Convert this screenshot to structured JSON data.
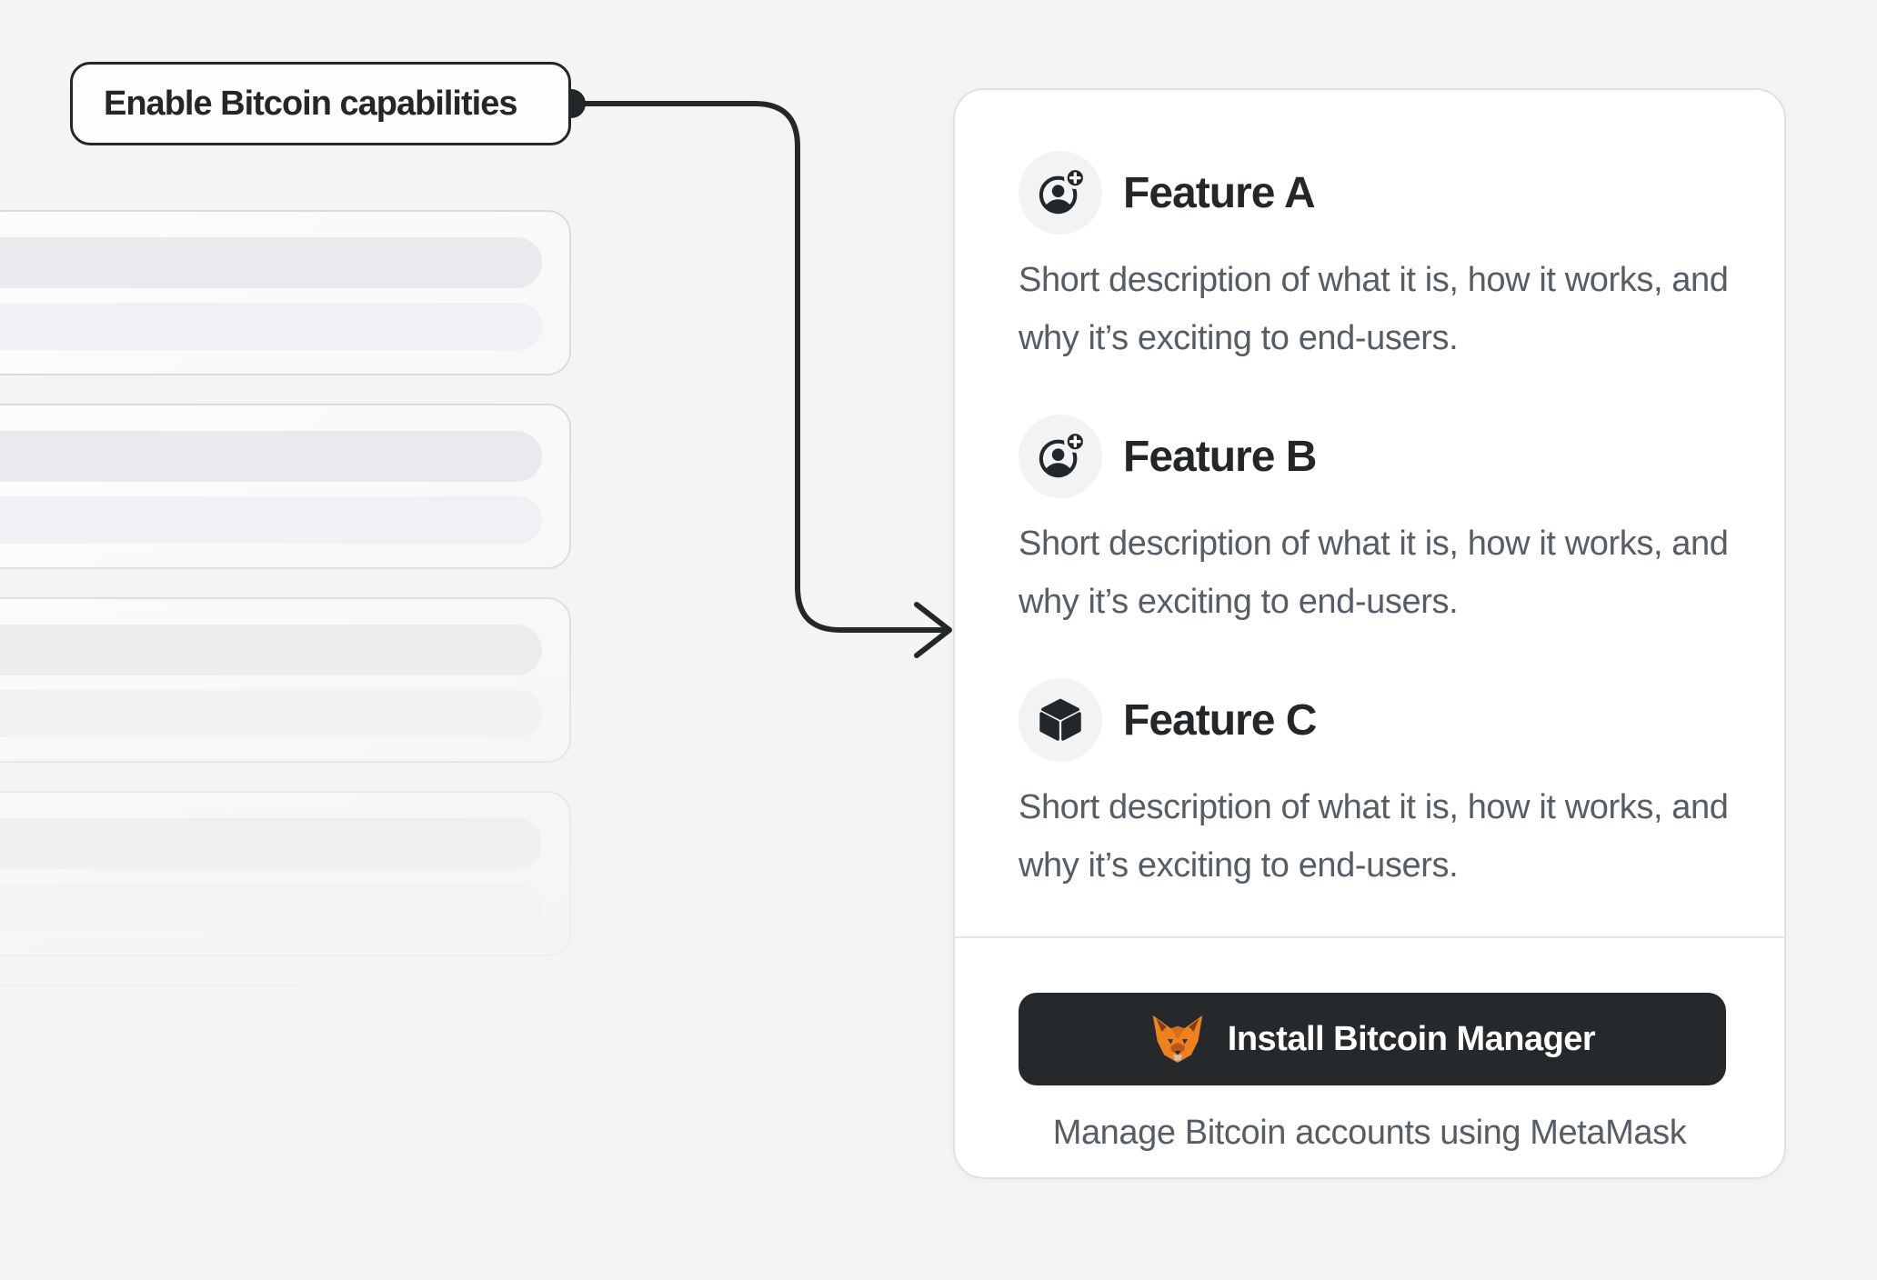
{
  "colors": {
    "background": "#f4f4f2",
    "ink": "#24272a",
    "muted_text": "#575d64",
    "card_border": "#dfe1e4",
    "divider": "#e5e6e9",
    "icon_circle_bg": "#f2f3f5",
    "skeleton_border": "#d9dbdf",
    "skeleton_pill_dark": "#e8eaed",
    "skeleton_pill_light": "#f0f1f4",
    "button_bg": "#26292c",
    "button_text": "#ffffff",
    "metamask_orange": "#f0821e"
  },
  "annotation": {
    "label": "Enable Bitcoin capabilities"
  },
  "skeleton": {
    "card_count": 5
  },
  "panel": {
    "features": [
      {
        "title": "Feature A",
        "icon": "account-add-icon",
        "description": "Short description of what it is, how it works, and why it’s exciting to end-users."
      },
      {
        "title": "Feature B",
        "icon": "account-add-icon",
        "description": "Short description of what it is, how it works, and why it’s exciting to end-users."
      },
      {
        "title": "Feature C",
        "icon": "cube-icon",
        "description": "Short description of what it is, how it works, and why it’s exciting to end-users."
      }
    ],
    "install_button": {
      "label": "Install Bitcoin Manager",
      "icon": "metamask-fox-logo"
    },
    "caption": "Manage Bitcoin accounts using MetaMask"
  }
}
